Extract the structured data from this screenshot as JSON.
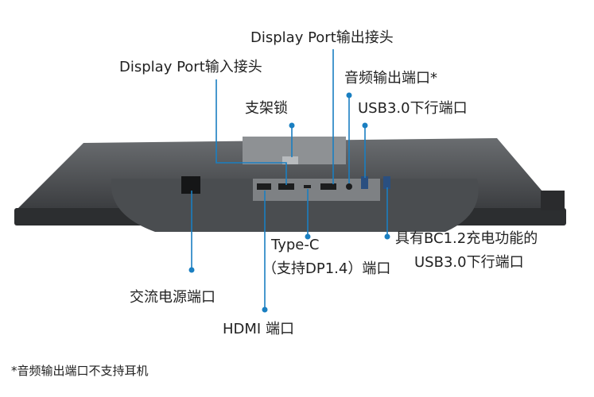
{
  "labels": {
    "dp_out": "Display Port输出接头",
    "dp_in": "Display Port输入接头",
    "audio_out": "音频输出端口*",
    "stand_lock": "支架锁",
    "usb_down": "USB3.0下行端口",
    "usb_bc_line1": "具有BC1.2充电功能的",
    "usb_bc_line2": "USB3.0下行端口",
    "typec_line1": "Type-C",
    "typec_line2": "（支持DP1.4）端口",
    "ac_power": "交流电源端口",
    "hdmi": "HDMI 端口"
  },
  "footnote": "*音频输出端口不支持耳机",
  "colors": {
    "callout": "#1a7fc1",
    "body": "#3c3f42"
  }
}
